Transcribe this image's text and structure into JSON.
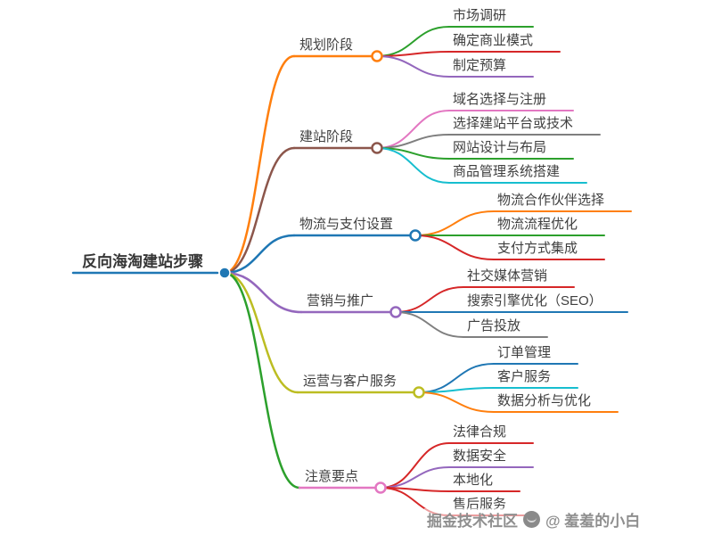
{
  "page_title": "反向海淘建站步骤 思维导图",
  "palette": {
    "blue": "#1f77b4",
    "orange": "#ff7f0e",
    "green": "#2ca02c",
    "red": "#d62728",
    "purple": "#9467bd",
    "brown": "#8c564b",
    "pink": "#e377c2",
    "gray": "#7f7f7f",
    "olive": "#bcbd22",
    "cyan": "#17becf"
  },
  "mindmap": {
    "root": {
      "label": "反向海淘建站步骤",
      "color": "#1f77b4"
    },
    "branches": [
      {
        "label": "规划阶段",
        "color": "#ff7f0e",
        "link_color": "#ff7f0e",
        "children": [
          {
            "label": "市场调研",
            "color": "#2ca02c"
          },
          {
            "label": "确定商业模式",
            "color": "#d62728"
          },
          {
            "label": "制定预算",
            "color": "#9467bd"
          }
        ]
      },
      {
        "label": "建站阶段",
        "color": "#8c564b",
        "link_color": "#8c564b",
        "children": [
          {
            "label": "域名选择与注册",
            "color": "#e377c2"
          },
          {
            "label": "选择建站平台或技术",
            "color": "#7f7f7f"
          },
          {
            "label": "网站设计与布局",
            "color": "#2ca02c"
          },
          {
            "label": "商品管理系统搭建",
            "color": "#17becf"
          }
        ]
      },
      {
        "label": "物流与支付设置",
        "color": "#1f77b4",
        "link_color": "#1f77b4",
        "children": [
          {
            "label": "物流合作伙伴选择",
            "color": "#ff7f0e"
          },
          {
            "label": "物流流程优化",
            "color": "#2ca02c"
          },
          {
            "label": "支付方式集成",
            "color": "#d62728"
          }
        ]
      },
      {
        "label": "营销与推广",
        "color": "#9467bd",
        "link_color": "#9467bd",
        "children": [
          {
            "label": "社交媒体营销",
            "color": "#d62728"
          },
          {
            "label": "搜索引擎优化（SEO）",
            "color": "#1f77b4"
          },
          {
            "label": "广告投放",
            "color": "#7f7f7f"
          }
        ]
      },
      {
        "label": "运营与客户服务",
        "color": "#bcbd22",
        "link_color": "#bcbd22",
        "children": [
          {
            "label": "订单管理",
            "color": "#1f77b4"
          },
          {
            "label": "客户服务",
            "color": "#17becf"
          },
          {
            "label": "数据分析与优化",
            "color": "#ff7f0e"
          }
        ]
      },
      {
        "label": "注意要点",
        "color": "#e377c2",
        "link_color": "#2ca02c",
        "children": [
          {
            "label": "法律合规",
            "color": "#d62728"
          },
          {
            "label": "数据安全",
            "color": "#9467bd"
          },
          {
            "label": "本地化",
            "color": "#d62728"
          },
          {
            "label": "售后服务",
            "color": "#d62728"
          }
        ]
      }
    ]
  },
  "watermark": {
    "site": "掘金技术社区",
    "handle": "@ 羞羞的小白"
  }
}
